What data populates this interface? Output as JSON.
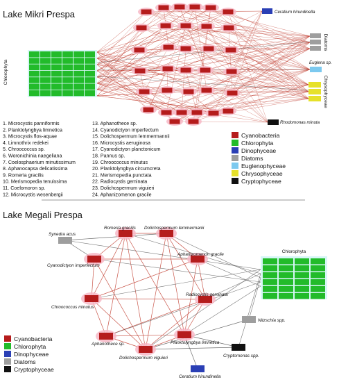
{
  "colors": {
    "Cyanobacteria": "#b51c1c",
    "Chlorophyta": "#22bb2a",
    "Dinophyceae": "#2a3fb5",
    "Diatoms": "#9e9e9e",
    "Euglenophyceae": "#7cc9ef",
    "Chrysophyceae": "#e6e12a",
    "Cryptophyceae": "#111111",
    "cyano_halo": "#f7b9c7",
    "edge_cyano": "#c0392b",
    "edge_other": "#555555"
  },
  "panels": {
    "mikri": {
      "title": "Lake Mikri Prespa",
      "group_labels": {
        "chlorophyta": "Chlorophyta",
        "diatoms": "Diatoms",
        "chrysophyceae": "Chrysophyceae"
      },
      "labeled_nodes": {
        "ceratium": "Ceratium hirundinella",
        "euglena": "Euglena sp.",
        "rhodomonas": "Rhodomonas minuta"
      },
      "species": [
        "1. Microcystis panniformis",
        "2. Planktolyngbya limnetica",
        "3. Microcystis flos-aquae",
        "4. Limnothrix redekei",
        "5. Chroococcus sp.",
        "6. Woronichinia naegeliana",
        "7. Coelosphaerium minutissimum",
        "8. Aphanocapsa delicatissima",
        "9. Romeria gracilis",
        "10. Merismopedia tenuissima",
        "11. Coelomoron sp.",
        "12. Microcystis wesenbergii",
        "13. Aphanothece sp.",
        "14. Cyanodictyon imperfectum",
        "15. Dolichospermum lemmermannii",
        "16. Microcystis aeruginosa",
        "17. Cyanodictyon planctonicum",
        "18. Pannus sp.",
        "19. Chroococcus minutus",
        "20. Planktolyngbya circumcreta",
        "21. Merismopedia punctata",
        "22. Radiocystis geminata",
        "23. Dolichospermum viguieri",
        "24. Aphanizomenon gracile"
      ],
      "legend": [
        {
          "label": "Cyanobacteria",
          "group": "Cyanobacteria"
        },
        {
          "label": "Chlorophyta",
          "group": "Chlorophyta"
        },
        {
          "label": "Dinophyceae",
          "group": "Dinophyceae"
        },
        {
          "label": "Diatoms",
          "group": "Diatoms"
        },
        {
          "label": "Euglenophyceae",
          "group": "Euglenophyceae"
        },
        {
          "label": "Chrysophyceae",
          "group": "Chrysophyceae"
        },
        {
          "label": "Cryptophyceae",
          "group": "Cryptophyceae"
        }
      ]
    },
    "megali": {
      "title": "Lake Megali Prespa",
      "group_labels": {
        "chlorophyta": "Chlorophyta"
      },
      "nodes": {
        "synedra": "Synedra acus",
        "romeria": "Romeria gracilis",
        "dolicho_lem": "Dolichospermum lemmermanii",
        "cyanodictyon": "Cyanodictyon imperfectum",
        "aphanizomenon": "Aphanizomenon gracile",
        "chroococcus": "Chroococcus minutus",
        "radiocystis": "Radiocystis geminata",
        "nitzschia": "Nitzschia spp.",
        "aphanothece": "Aphanothece sp.",
        "planktolyngbya": "Planktolyngbya limnetica",
        "cryptomonas": "Cryptomonas spp.",
        "dolicho_vig": "Dolichospermum viguieri",
        "ceratium": "Ceratium hirundinella"
      },
      "legend": [
        {
          "label": "Cyanobacteria",
          "group": "Cyanobacteria"
        },
        {
          "label": "Chlorophyta",
          "group": "Chlorophyta"
        },
        {
          "label": "Dinophyceae",
          "group": "Dinophyceae"
        },
        {
          "label": "Diatoms",
          "group": "Diatoms"
        },
        {
          "label": "Cryptophyceae",
          "group": "Cryptophyceae"
        }
      ]
    }
  }
}
